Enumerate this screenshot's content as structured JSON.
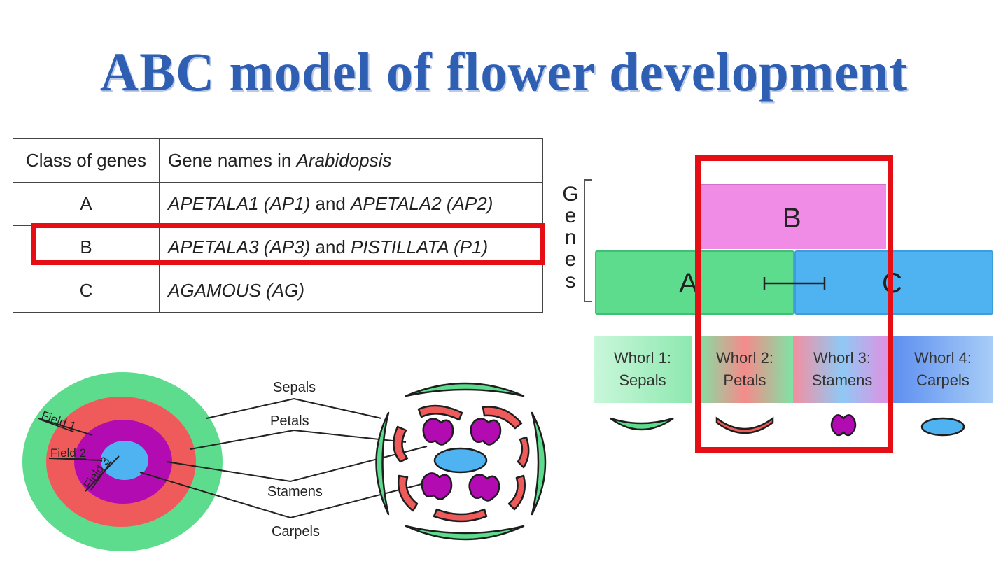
{
  "title": "ABC model of flower development",
  "table": {
    "headers": {
      "class": "Class of genes",
      "names_prefix": "Gene names in ",
      "names_italic": "Arabidopsis"
    },
    "rows": [
      {
        "class": "A",
        "g1": "APETALA1 (AP1)",
        "and": " and ",
        "g2": "APETALA2 (AP2)"
      },
      {
        "class": "B",
        "g1": "APETALA3 (AP3)",
        "and": " and ",
        "g2": "PISTILLATA (P1)"
      },
      {
        "class": "C",
        "g1": "AGAMOUS (AG)"
      }
    ]
  },
  "model": {
    "genes_label": [
      "G",
      "e",
      "n",
      "e",
      "s"
    ],
    "bar_b": "B",
    "bar_a": "A",
    "bar_c": "C",
    "whorls": [
      {
        "line1": "Whorl 1:",
        "line2": "Sepals"
      },
      {
        "line1": "Whorl 2:",
        "line2": "Petals"
      },
      {
        "line1": "Whorl 3:",
        "line2": "Stamens"
      },
      {
        "line1": "Whorl 4:",
        "line2": "Carpels"
      }
    ]
  },
  "fields": {
    "f1": "Field 1",
    "f2": "Field 2",
    "f3": "Field 3"
  },
  "organs": {
    "sepals": "Sepals",
    "petals": "Petals",
    "stamens": "Stamens",
    "carpels": "Carpels"
  },
  "colors": {
    "green": "#5ddc8e",
    "red": "#ef5b5b",
    "purple": "#b20bb2",
    "blue": "#4fb3f2",
    "pink": "#f08be6",
    "highlight": "#e40e14",
    "title": "#2f5fb3"
  }
}
